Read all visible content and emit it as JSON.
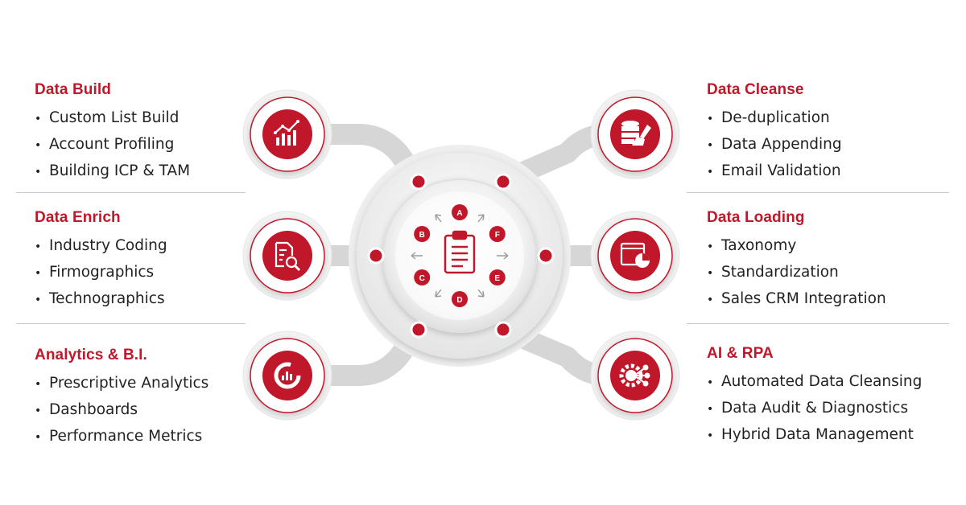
{
  "left_sections": [
    {
      "title": "Data Build",
      "items": [
        "Custom List Build",
        "Account Profiling",
        "Building ICP & TAM"
      ]
    },
    {
      "title": "Data Enrich",
      "items": [
        "Industry Coding",
        "Firmographics",
        "Technographics"
      ]
    },
    {
      "title": "Analytics & B.I.",
      "items": [
        "Prescriptive Analytics",
        "Dashboards",
        "Performance Metrics"
      ]
    }
  ],
  "right_sections": [
    {
      "title": "Data Cleanse",
      "items": [
        "De-duplication",
        "Data Appending",
        "Email Validation"
      ]
    },
    {
      "title": "Data Loading",
      "items": [
        "Taxonomy",
        "Standardization",
        "Sales CRM Integration"
      ]
    },
    {
      "title": "AI & RPA",
      "items": [
        "Automated Data Cleansing",
        "Data Audit & Diagnostics",
        "Hybrid Data Management"
      ]
    }
  ],
  "hub_letters": [
    "A",
    "F",
    "E",
    "D",
    "C",
    "B"
  ],
  "icons": {
    "left": [
      "bar-chart-trend-icon",
      "document-search-icon",
      "donut-chart-icon"
    ],
    "right": [
      "database-broom-icon",
      "browser-pie-chart-icon",
      "gear-network-icon"
    ],
    "hub": "clipboard-icon"
  },
  "colors": {
    "accent": "#c0182a",
    "connector": "#d7d7d7",
    "text": "#222222",
    "divider": "#c9c9c9"
  }
}
